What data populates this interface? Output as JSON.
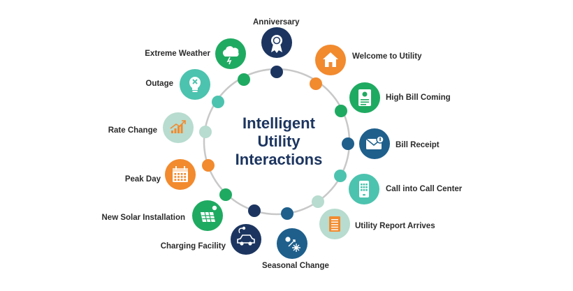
{
  "title": {
    "line1": "Intelligent",
    "line2": "Utility",
    "line3": "Interactions"
  },
  "colors": {
    "navy": "#1c3560",
    "orange": "#f28a2e",
    "green": "#1faa61",
    "blue": "#1e5f8c",
    "teal": "#4cc3ae",
    "light_teal": "#b8dccf",
    "ring": "#c8c8c8"
  },
  "items": [
    {
      "label": "Anniversary",
      "icon": "ribbon-award-icon",
      "color": "navy"
    },
    {
      "label": "Welcome to Utility",
      "icon": "house-icon",
      "color": "orange"
    },
    {
      "label": "High Bill Coming",
      "icon": "bill-document-icon",
      "color": "green"
    },
    {
      "label": "Bill Receipt",
      "icon": "envelope-icon",
      "color": "blue"
    },
    {
      "label": "Call into Call Center",
      "icon": "phone-keypad-icon",
      "color": "teal"
    },
    {
      "label": "Utility Report Arrives",
      "icon": "report-document-icon",
      "color": "light_teal"
    },
    {
      "label": "Seasonal Change",
      "icon": "sun-snowflake-icon",
      "color": "blue"
    },
    {
      "label": "Charging Facility",
      "icon": "electric-car-icon",
      "color": "navy"
    },
    {
      "label": "New Solar Installation",
      "icon": "solar-panel-icon",
      "color": "green"
    },
    {
      "label": "Peak Day",
      "icon": "calendar-icon",
      "color": "orange"
    },
    {
      "label": "Rate Change",
      "icon": "rising-chart-icon",
      "color": "light_teal"
    },
    {
      "label": "Outage",
      "icon": "broken-bulb-icon",
      "color": "teal"
    },
    {
      "label": "Extreme Weather",
      "icon": "storm-cloud-icon",
      "color": "green"
    }
  ]
}
